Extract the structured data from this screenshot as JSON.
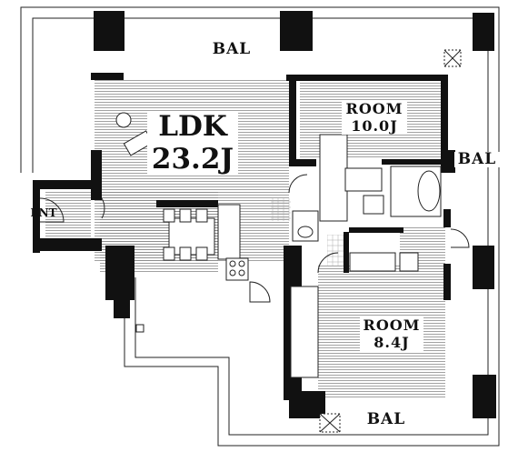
{
  "labels": {
    "bal_top": "BAL",
    "bal_right": "BAL",
    "bal_bottom": "BAL",
    "ldk_name": "LDK",
    "ldk_size": "23.2J",
    "room1_name": "ROOM",
    "room1_size": "10.0J",
    "room2_name": "ROOM",
    "room2_size": "8.4J",
    "entrance": "ENT"
  },
  "colors": {
    "wall": "#111111",
    "floor_hatch": "#8a8a8a",
    "outline": "#222222"
  }
}
